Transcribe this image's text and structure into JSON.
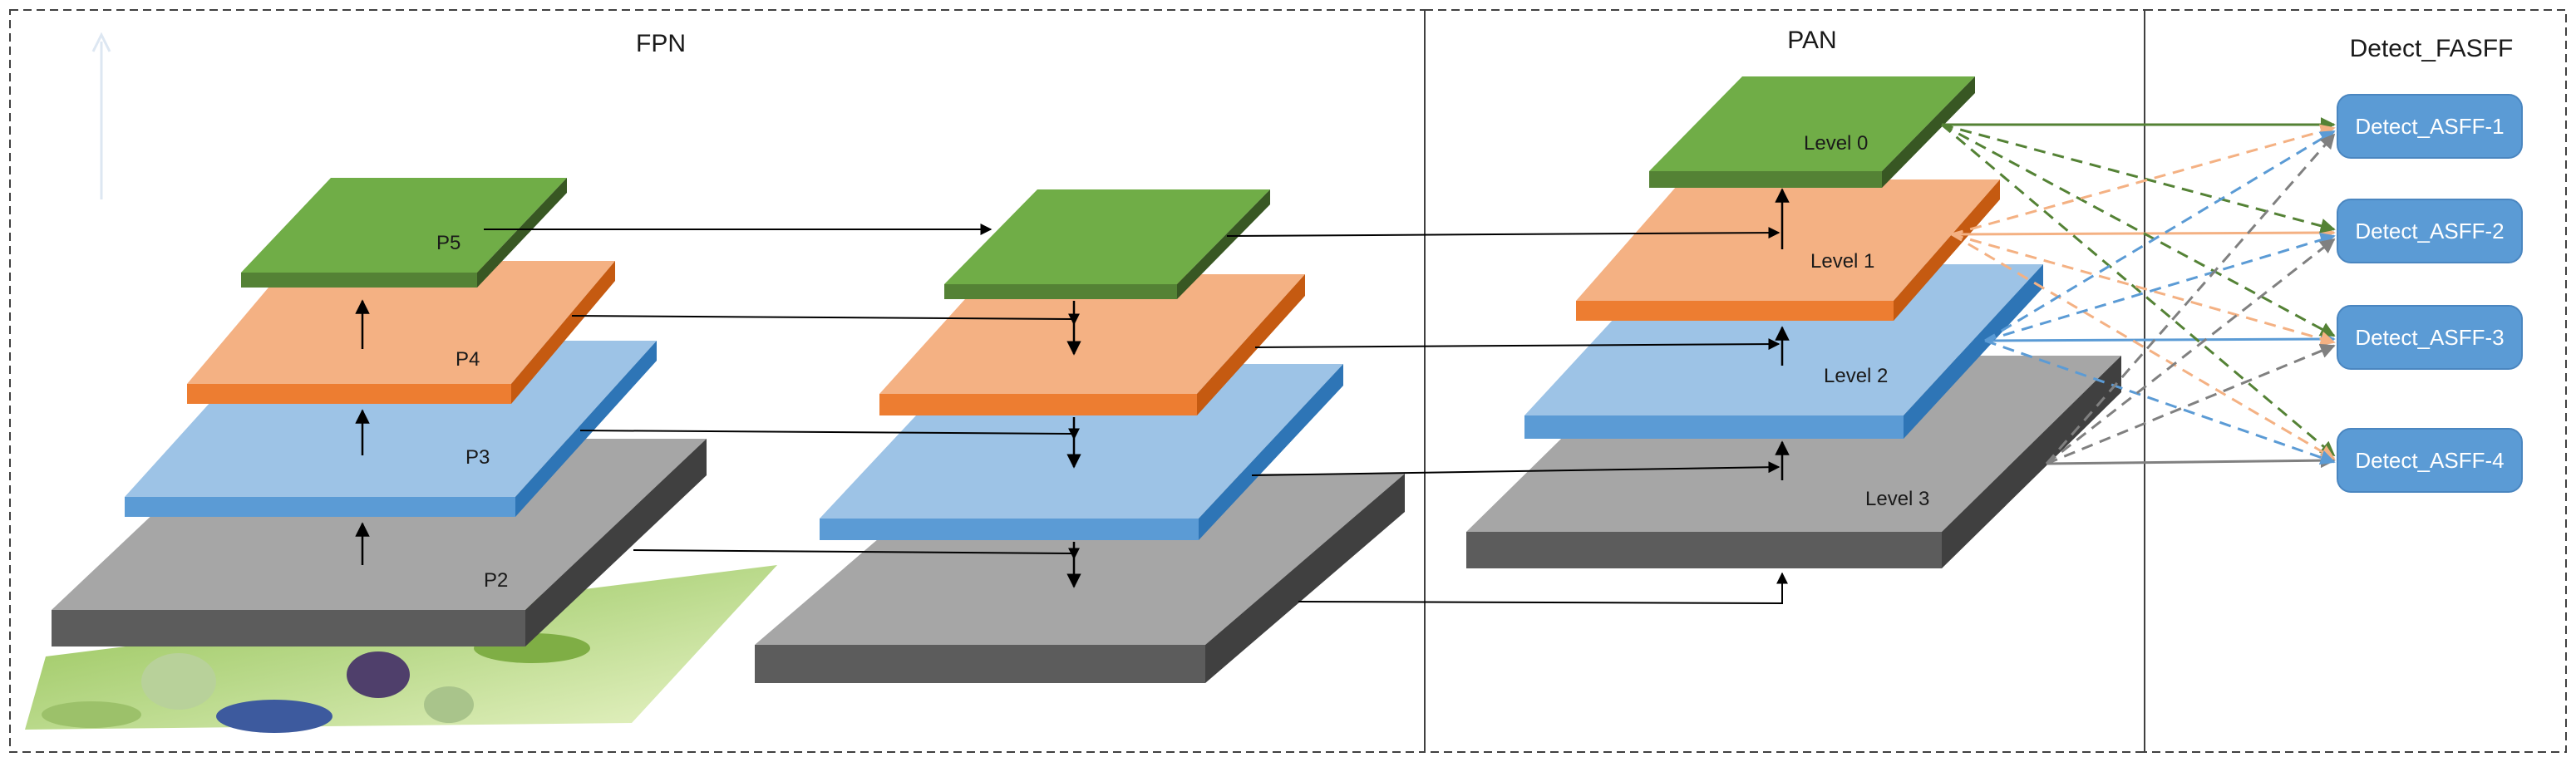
{
  "sections": {
    "fpn": "FPN",
    "pan": "PAN",
    "detect": "Detect_FASFF"
  },
  "fpn_left": {
    "p5": "P5",
    "p4": "P4",
    "p3": "P3",
    "p2": "P2"
  },
  "pan_levels": {
    "level0": "Level 0",
    "level1": "Level 1",
    "level2": "Level 2",
    "level3": "Level 3"
  },
  "detect_boxes": [
    "Detect_ASFF-1",
    "Detect_ASFF-2",
    "Detect_ASFF-3",
    "Detect_ASFF-4"
  ],
  "colors": {
    "green_top": "#76b255",
    "green_side": "#4e7f2f",
    "orange_top": "#f4b183",
    "orange_side": "#e4711f",
    "blue_top": "#9dc3e6",
    "blue_side": "#3c84cc",
    "gray_top": "#a6a6a6",
    "gray_side": "#5c5c5c",
    "detect_box": "#5b9bd5"
  }
}
